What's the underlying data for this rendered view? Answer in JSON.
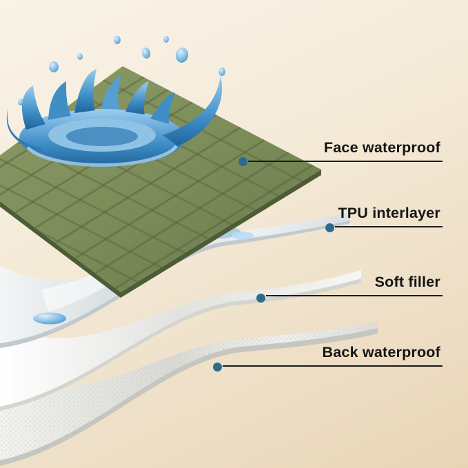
{
  "diagram": {
    "subject": "waterproof-fabric-layer-structure",
    "layer_count": 4
  },
  "callouts": [
    {
      "id": "face",
      "label": "Face waterproof"
    },
    {
      "id": "tpu",
      "label": "TPU interlayer"
    },
    {
      "id": "filler",
      "label": "Soft filler"
    },
    {
      "id": "back",
      "label": "Back waterproof"
    }
  ],
  "icons": [
    {
      "name": "layer-dot",
      "shape": "filled-circle"
    }
  ],
  "colors": {
    "background_top": "#f9f3e8",
    "background_bottom": "#e8d5b6",
    "fabric_green": "#7c8c59",
    "fabric_green_dark": "#4e5c36",
    "quilt_line": "#5a6a3e",
    "water_blue": "#3f8ec6",
    "water_blue_deep": "#1f649c",
    "water_blue_light": "#cfe7f8",
    "tpu_grey": "#d3dade",
    "filler_white": "#f5f5f3",
    "back_grey": "#d9d9d4",
    "leader_line": "#1a1a1a",
    "dot": "#2d6b8c",
    "text": "#141414"
  }
}
